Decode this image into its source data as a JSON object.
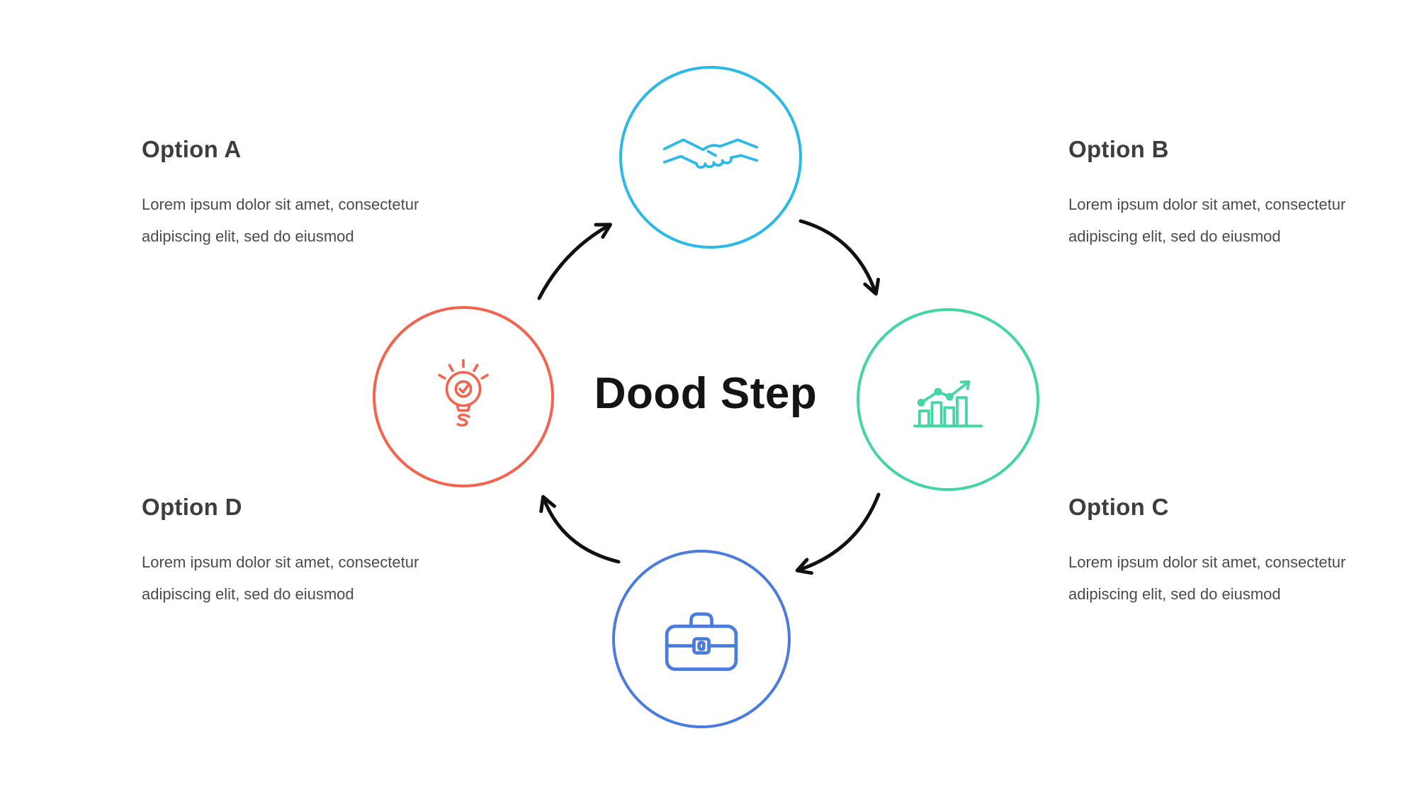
{
  "title": "Dood Step",
  "options": [
    {
      "label": "Option A",
      "body": "Lorem ipsum dolor sit amet, consectetur adipiscing elit, sed do eiusmod"
    },
    {
      "label": "Option B",
      "body": "Lorem ipsum dolor sit amet, consectetur adipiscing elit, sed do eiusmod"
    },
    {
      "label": "Option C",
      "body": "Lorem ipsum dolor sit amet, consectetur adipiscing elit, sed do eiusmod"
    },
    {
      "label": "Option D",
      "body": "Lorem ipsum dolor sit amet, consectetur adipiscing elit, sed do eiusmod"
    }
  ],
  "nodes": [
    {
      "name": "handshake",
      "icon": "handshake-icon",
      "color": "#2BB9E8"
    },
    {
      "name": "growth-chart",
      "icon": "growth-chart-icon",
      "color": "#43D6A4"
    },
    {
      "name": "briefcase",
      "icon": "briefcase-icon",
      "color": "#4A7CDF"
    },
    {
      "name": "lightbulb",
      "icon": "lightbulb-icon",
      "color": "#F4634E"
    }
  ],
  "colors": {
    "background": "#FFFFFF",
    "title": "#141414",
    "heading": "#3D3D3D",
    "body": "#4B4B4B",
    "arrow": "#111111"
  }
}
